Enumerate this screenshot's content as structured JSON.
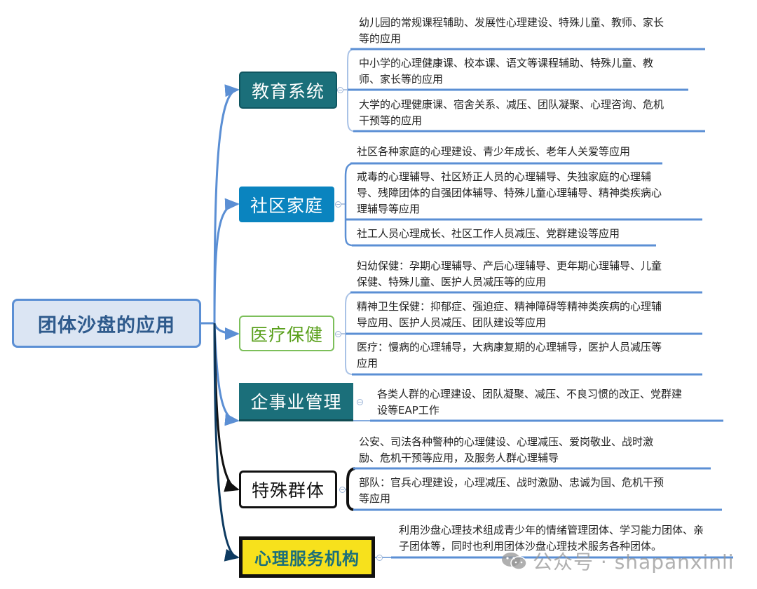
{
  "root": {
    "label": "团体沙盘的应用"
  },
  "colors": {
    "link_blue": "#5b8fd4",
    "link_dark": "#0d2b45",
    "root_fill": "#dbe5f3",
    "teal": "#1b6f7a",
    "blue": "#0a84bf",
    "green_text": "#5aa01c",
    "yellow": "#f7e11c"
  },
  "topics": [
    {
      "label": "教育系统",
      "leaves": [
        [
          "幼儿园的常规课程辅助、发展性心理建设、特殊儿童、教师、家长",
          "等的应用"
        ],
        [
          "中小学的心理健康课、校本课、语文等课程辅助、特殊儿童、教",
          "师、家长等的应用"
        ],
        [
          "大学的心理健康课、宿舍关系、减压、团队凝聚、心理咨询、危机",
          "干预等的应用"
        ]
      ]
    },
    {
      "label": "社区家庭",
      "leaves": [
        [
          "社区各种家庭的心理建设、青少年成长、老年人关爱等应用"
        ],
        [
          "戒毒的心理辅导、社区矫正人员的心理辅导、失独家庭的心理辅",
          "导、残障团体的自强团体辅导、特殊儿童心理辅导、精神类疾病心",
          "理辅导等应用"
        ],
        [
          "社工人员心理成长、社区工作人员减压、党群建设等应用"
        ]
      ]
    },
    {
      "label": "医疗保健",
      "leaves": [
        [
          "妇幼保健：孕期心理辅导、产后心理辅导、更年期心理辅导、儿童",
          "保健、特殊儿童、医护人员减压等的应用"
        ],
        [
          "精神卫生保健：抑郁症、强迫症、精神障碍等精神类疾病的心理辅",
          "导应用、医护人员减压、团队建设等应用"
        ],
        [
          "医疗：慢病的心理辅导，大病康复期的心理辅导，医护人员减压等",
          "应用"
        ]
      ]
    },
    {
      "label": "企事业管理",
      "leaves": [
        [
          "各类人群的心理建设、团队凝聚、减压、不良习惯的改正、党群建",
          "设等EAP工作"
        ]
      ]
    },
    {
      "label": "特殊群体",
      "leaves": [
        [
          "公安、司法各种警种的心理健设、心理减压、爱岗敬业、战时激",
          "励、危机干预等应用，及服务人群心理辅导"
        ],
        [
          "部队：官兵心理建设，心理减压、战时激励、忠诚为国、危机干预",
          "等应用"
        ]
      ]
    },
    {
      "label": "心理服务机构",
      "leaves": [
        [
          "利用沙盘心理技术组成青少年的情绪管理团体、学习能力团体、亲",
          "子团体等，同时也利用团体沙盘心理技术服务各种团体。"
        ]
      ]
    }
  ],
  "watermark": {
    "icon": "wechat-icon",
    "text": "公众号 · shapanxinli"
  }
}
